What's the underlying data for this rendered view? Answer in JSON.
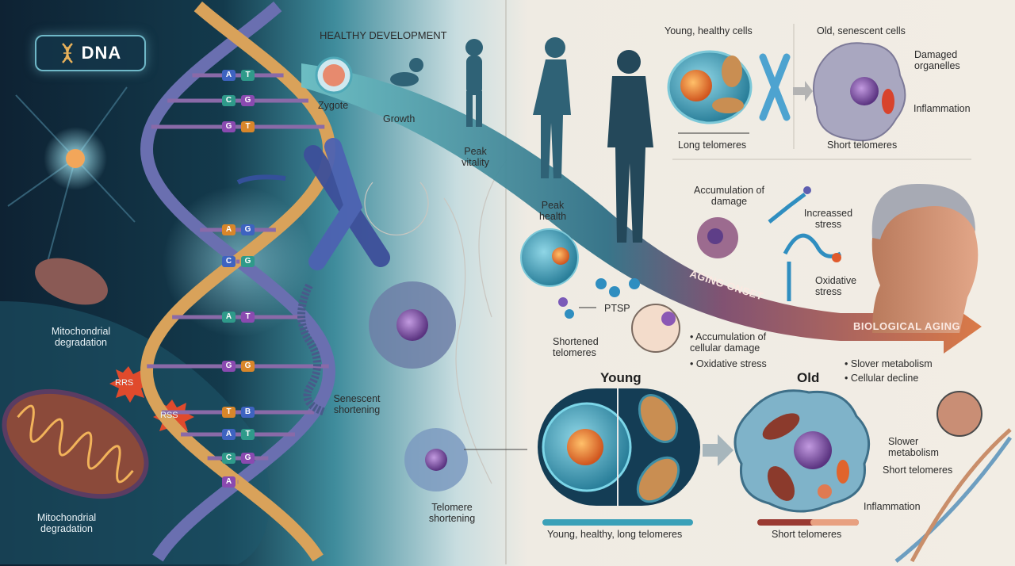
{
  "badge": {
    "label": "DNA",
    "icon": "dna-helix-icon"
  },
  "development": {
    "title": "HEALTHY DEVELOPMENT",
    "stages": [
      "Zygote",
      "Growth",
      "Peak vitality",
      "Peak health"
    ]
  },
  "cells_comparison": {
    "young_title": "Young, healthy cells",
    "old_title": "Old, senescent cells",
    "young_caption": "Long telomeres",
    "old_caption": "Short telomeres",
    "old_labels": [
      "Damaged organelles",
      "Inflammation"
    ]
  },
  "damage": {
    "accumulation": "Accumulation of damage",
    "increased_stress": "Increassed stress",
    "oxidative_stress": "Oxidative stress",
    "ptsp": "PTSP",
    "shortened_telomeres": "Shortened telomeres",
    "bullets": [
      "Accumulation of cellular damage",
      "Oxidative stress"
    ]
  },
  "timeline": {
    "aging_onset": "AGING ONSET",
    "biological_aging": "BIOLOGICAL AGING",
    "bullets": [
      "Slover metabolism",
      "Cellular decline"
    ]
  },
  "bottom": {
    "young_title": "Young",
    "young_caption": "Young, healthy, long telomeres",
    "old_title": "Old",
    "old_caption": "Short telomeres",
    "old_labels": [
      "Slower metabolism",
      "Short telomeres",
      "Inflammation"
    ]
  },
  "left_panel": {
    "mito_top": "Mitochondrial degradation",
    "mito_bottom": "Mitochondrial degradation",
    "ros1": "RRS",
    "ros2": "RSS",
    "senescent": "Senescent shortening",
    "telomere": "Telomere shortening"
  },
  "dna_bases": [
    [
      "A",
      "T"
    ],
    [
      "C",
      "G"
    ],
    [
      "G",
      "T"
    ],
    [
      "A",
      "G"
    ],
    [
      "C",
      "G"
    ],
    [
      "A",
      "T"
    ],
    [
      "G",
      "G"
    ],
    [
      "T",
      "B"
    ],
    [
      "A",
      "T"
    ],
    [
      "C",
      "G"
    ],
    [
      "A",
      ""
    ]
  ],
  "colors": {
    "teal": "#4fa9b8",
    "purple": "#7b4a6e",
    "orange": "#d9743f",
    "navy": "#0f2738",
    "cream": "#f1ece3"
  }
}
